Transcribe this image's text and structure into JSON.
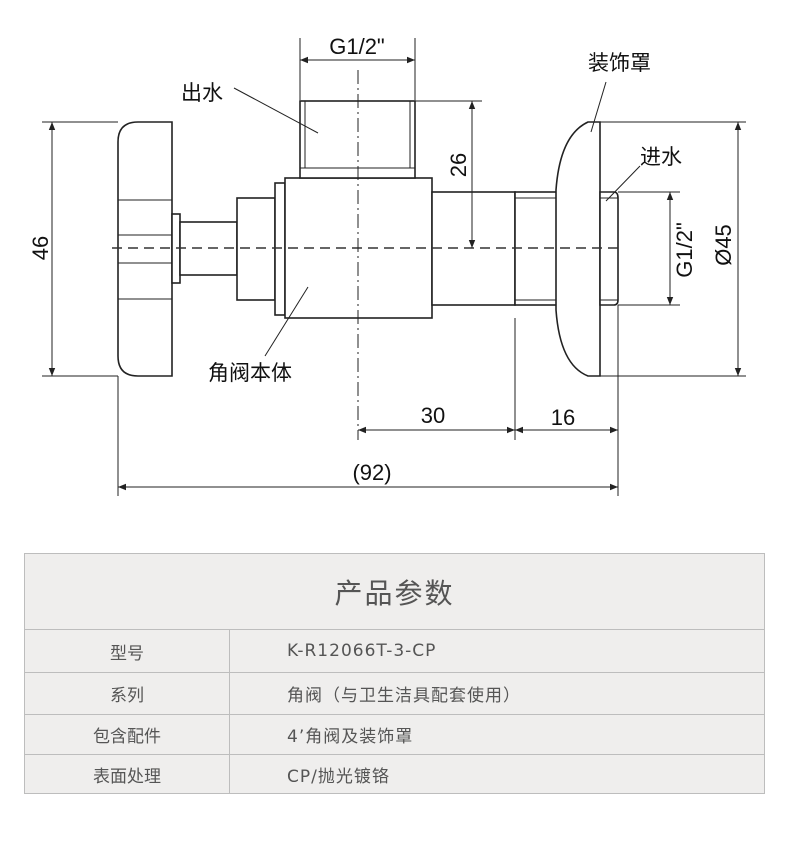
{
  "drawing": {
    "labels": {
      "outlet": "出水",
      "escutcheon": "装饰罩",
      "inlet": "进水",
      "valve_body": "角阀本体"
    },
    "dimensions": {
      "outlet_thread": "G1/2\"",
      "outlet_height": "26",
      "handle_height": "46",
      "inlet_thread": "G1/2\"",
      "escutcheon_diameter": "Ø45",
      "body_to_nut": "30",
      "nut_to_end": "16",
      "overall_length": "(92)"
    }
  },
  "spec_table": {
    "title": "产品参数",
    "rows": [
      {
        "key": "型号",
        "value": "K-R12066T-3-CP"
      },
      {
        "key": "系列",
        "value": "角阀（与卫生洁具配套使用）"
      },
      {
        "key": "包含配件",
        "value": "4’角阀及装饰罩"
      },
      {
        "key": "表面处理",
        "value": "CP/抛光镀铬"
      }
    ]
  }
}
